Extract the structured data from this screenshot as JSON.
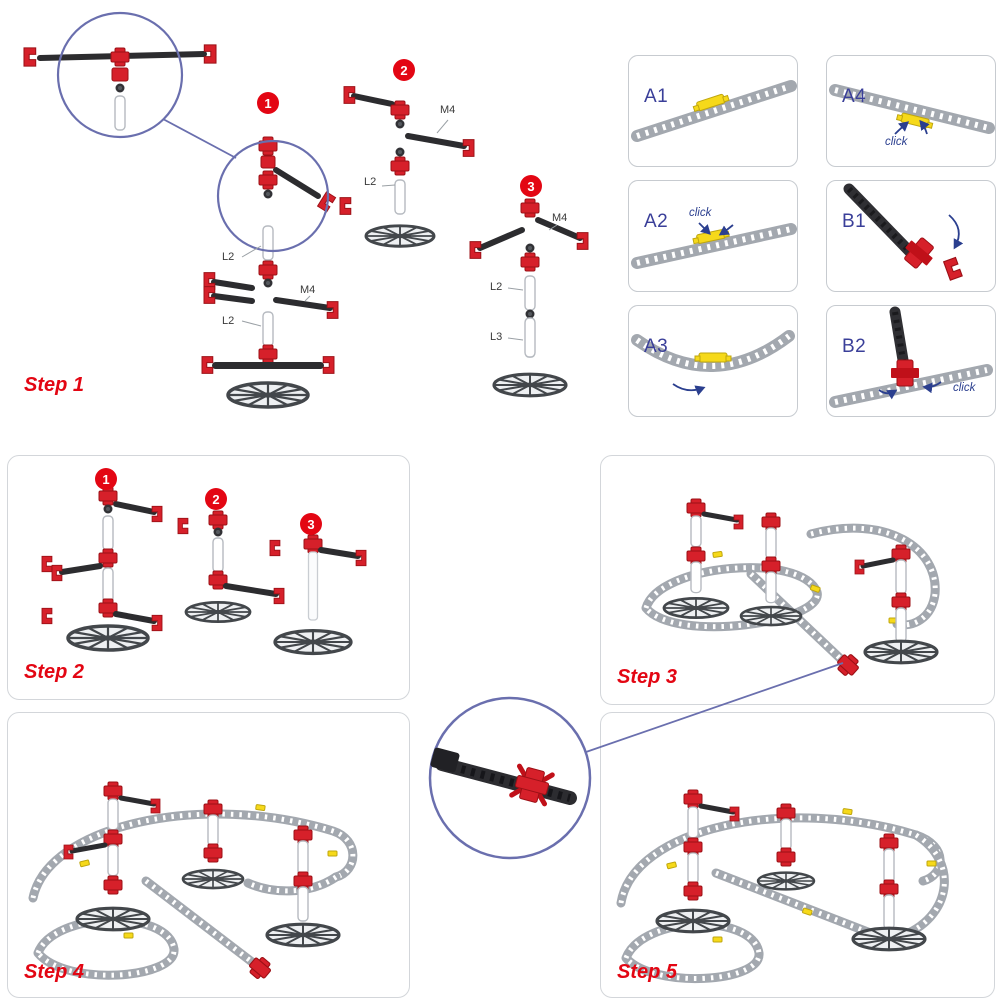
{
  "colors": {
    "accent_red": "#e30613",
    "label_blue": "#3a3f99",
    "annotation_blue": "#2b3f8f",
    "rail_gray": "#a3a8af",
    "rod_black": "#2c2c2f",
    "part_yellow": "#f6d91a",
    "panel_border": "#d3d6da"
  },
  "step1": {
    "label": "Step 1",
    "badges": [
      "1",
      "2",
      "3"
    ],
    "part_labels": [
      {
        "text": "M4"
      },
      {
        "text": "L2"
      },
      {
        "text": "L2"
      },
      {
        "text": "M4"
      },
      {
        "text": "L2"
      },
      {
        "text": "M4"
      },
      {
        "text": "L2"
      },
      {
        "text": "L3"
      }
    ]
  },
  "step2": {
    "label": "Step 2",
    "badges": [
      "1",
      "2",
      "3"
    ]
  },
  "step3": {
    "label": "Step 3"
  },
  "step4": {
    "label": "Step 4"
  },
  "step5": {
    "label": "Step 5"
  },
  "detail_panels": [
    {
      "label": "A1"
    },
    {
      "label": "A2",
      "annotation": "click"
    },
    {
      "label": "A3"
    },
    {
      "label": "A4",
      "annotation": "click"
    },
    {
      "label": "B1"
    },
    {
      "label": "B2",
      "annotation": "click"
    }
  ]
}
